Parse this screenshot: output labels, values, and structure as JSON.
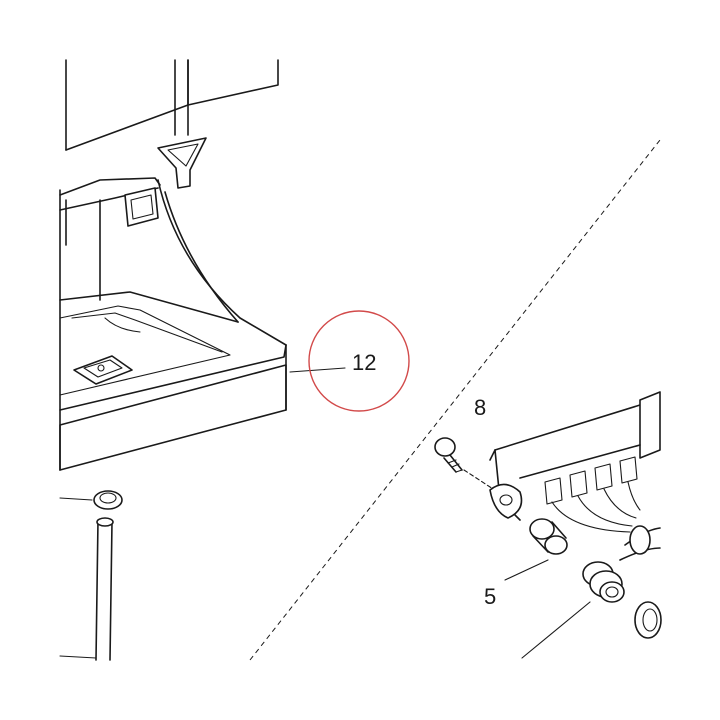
{
  "callouts": {
    "part_12": "12",
    "part_8": "8",
    "part_5": "5"
  },
  "highlight_color": "#d24a4a",
  "line_color": "#1a1a1a"
}
